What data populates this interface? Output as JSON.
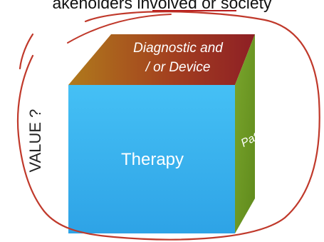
{
  "caption": "akeholders involved or society",
  "cube": {
    "top_label_line1": "Diagnostic and",
    "top_label_line2": "/ or Device",
    "front_label": "Therapy",
    "side_label": "Patient"
  },
  "annotation": {
    "value_label": "VALUE ?"
  },
  "colors": {
    "front": "#3fb6f0",
    "top_left": "#b07a1c",
    "top_right": "#8e1f25",
    "side": "#6f9a25",
    "outline": "#c0392b"
  }
}
